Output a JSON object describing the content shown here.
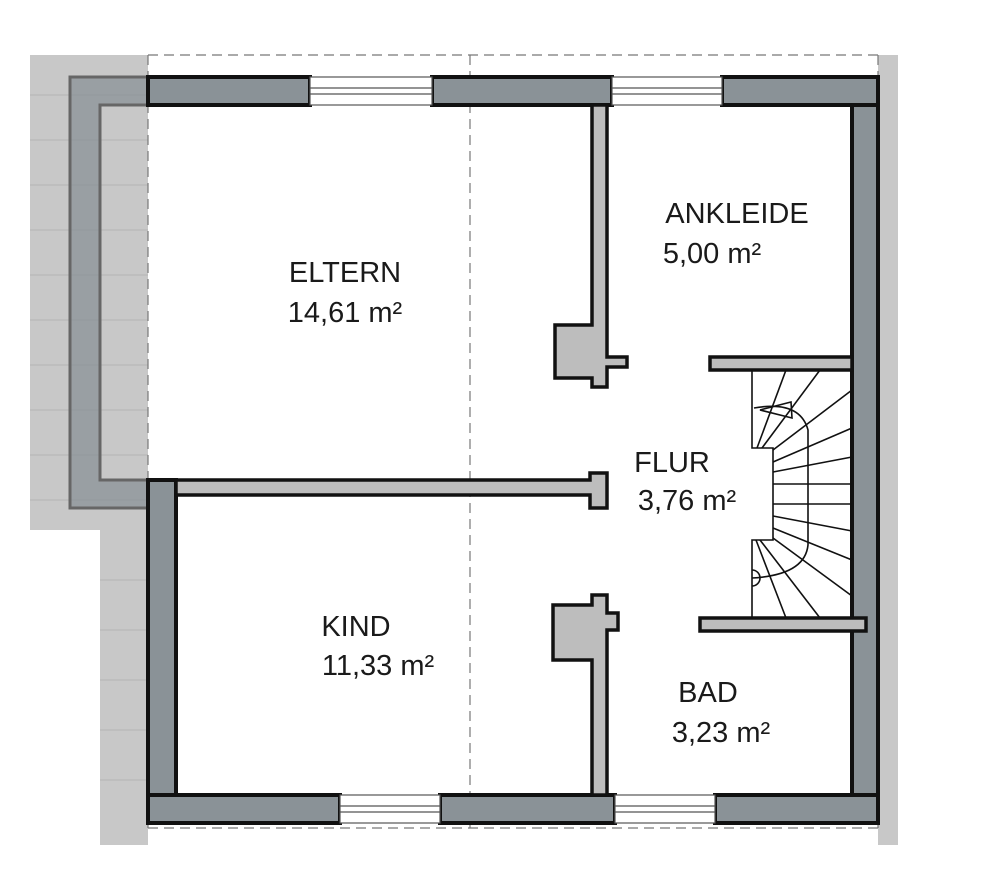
{
  "title": "Dachgeschoss Grundriss",
  "colors": {
    "outer_wall": "#8a9297",
    "inner_wall": "#bdbdbd",
    "roof": "#c8c8c8",
    "outline": "#111111"
  },
  "rooms": [
    {
      "name": "ELTERN",
      "area": "14,61 m²"
    },
    {
      "name": "ANKLEIDE",
      "area": "5,00 m²"
    },
    {
      "name": "FLUR",
      "area": "3,76 m²"
    },
    {
      "name": "KIND",
      "area": "11,33 m²"
    },
    {
      "name": "BAD",
      "area": "3,23 m²"
    }
  ]
}
